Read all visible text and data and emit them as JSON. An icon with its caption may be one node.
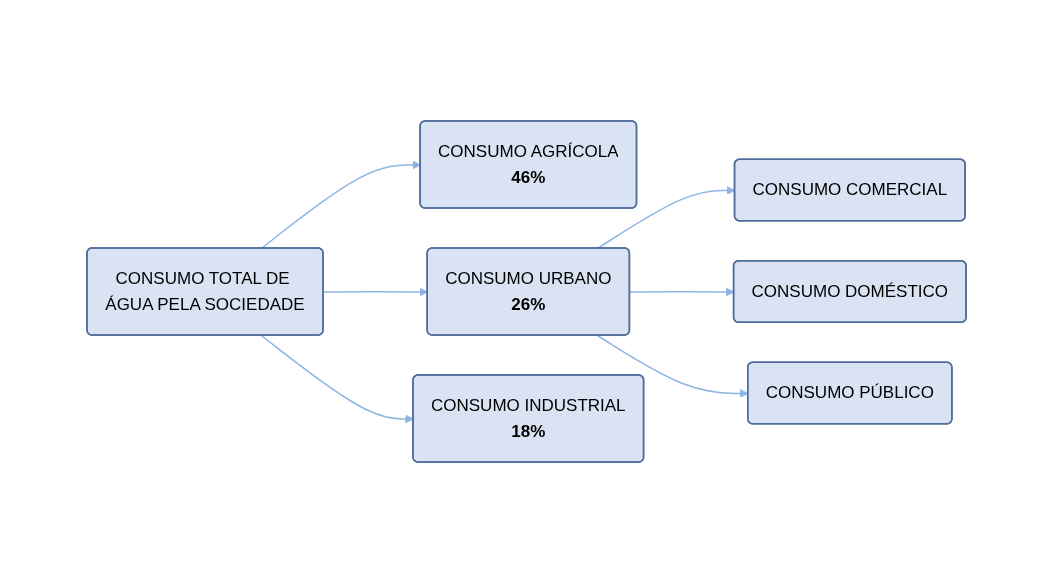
{
  "diagram": {
    "nodes": [
      {
        "text": [
          "CONSUMO TOTAL DE ÁGUA PELA SOCIEDADE"
        ]
      },
      {
        "text": [
          "CONSUMO AGRÍCOLA",
          "46%"
        ]
      },
      {
        "text": [
          "CONSUMO URBANO",
          "26%"
        ]
      },
      {
        "text": [
          "CONSUMO INDUSTRIAL",
          "18%"
        ]
      },
      {
        "text": [
          "CONSUMO COMERCIAL"
        ]
      },
      {
        "text": [
          "CONSUMO DOMÉSTICO"
        ]
      },
      {
        "text": [
          "CONSUMO PÚBLICO"
        ]
      }
    ],
    "edges": [
      {
        "from": 0,
        "to": 1,
        "arrow": "to"
      },
      {
        "from": 0,
        "to": 2,
        "arrow": "to"
      },
      {
        "from": 0,
        "to": 3,
        "arrow": "to"
      },
      {
        "from": 2,
        "to": 4,
        "arrow": "to"
      },
      {
        "from": 2,
        "to": 5,
        "arrow": "to"
      },
      {
        "from": 2,
        "to": 6,
        "arrow": "to"
      }
    ]
  }
}
